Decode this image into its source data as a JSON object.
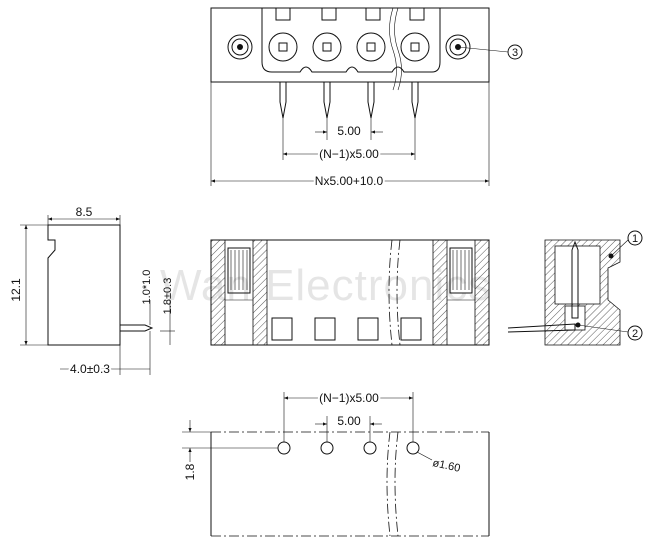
{
  "front_view": {
    "pitch_label": "5.00",
    "span_label": "(N−1)x5.00",
    "overall_label": "Nx5.00+10.0",
    "callout_3": "3"
  },
  "side_view": {
    "width_label": "8.5",
    "height_label": "12.1",
    "pin_v_label": "1.0*1.0",
    "pin_offset_label": "1.8±0.3",
    "pin_length_label": "4.0±0.3"
  },
  "section_view": {
    "callout_1": "1",
    "callout_2": "2"
  },
  "pcb_layout": {
    "span_label": "(N−1)x5.00",
    "pitch_label": "5.00",
    "hole_label": "ø1.60",
    "edge_label": "1.8"
  },
  "watermark": "Wan Electronics"
}
